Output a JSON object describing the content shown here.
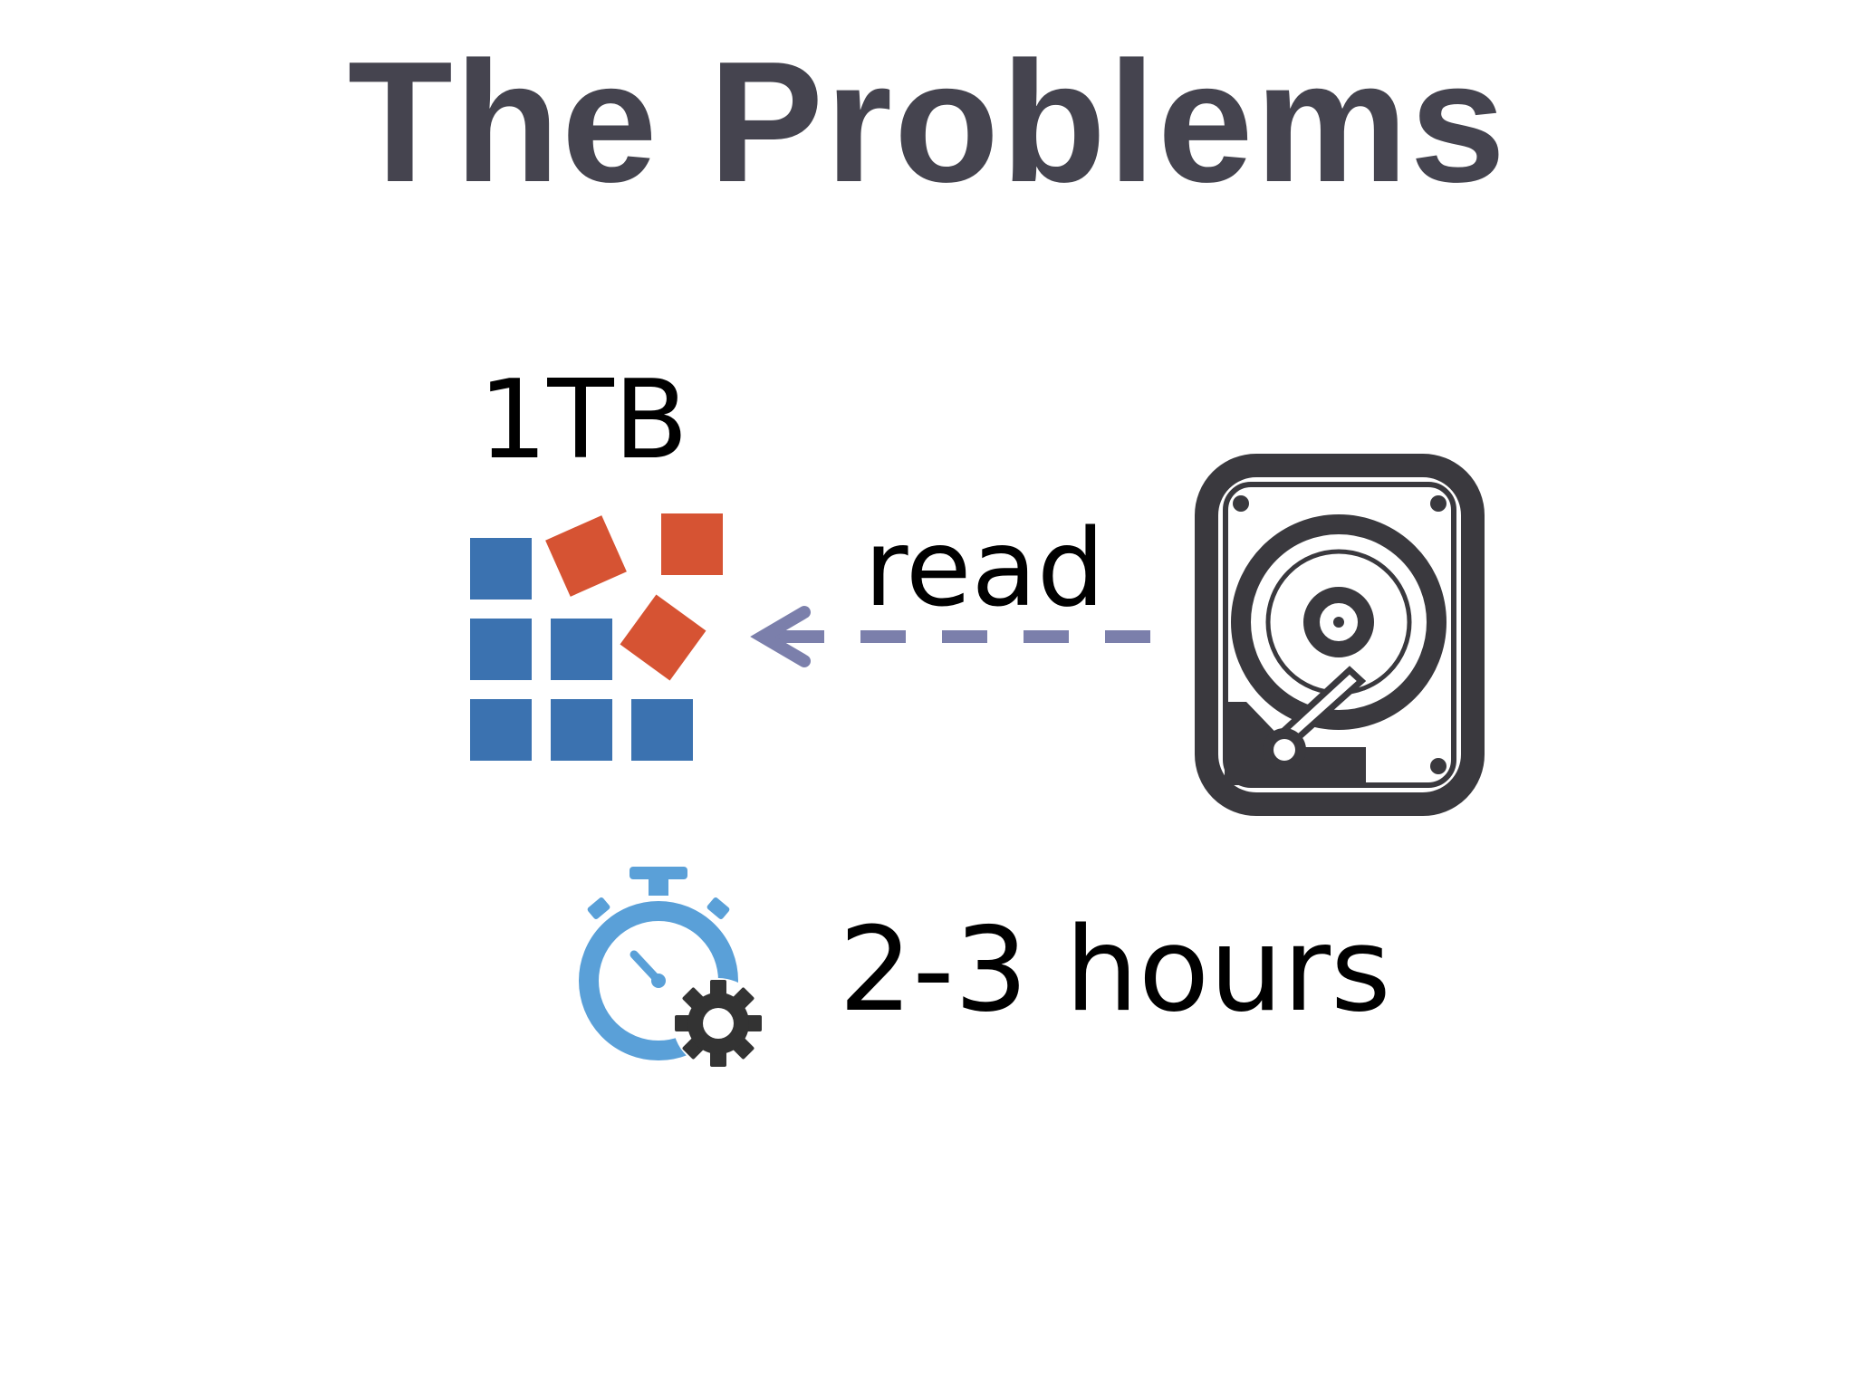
{
  "slide": {
    "title": "The Problems",
    "data_size": "1TB",
    "operation": "read",
    "duration": "2-3 hours"
  },
  "icons": {
    "data_blocks": "data-blocks-icon",
    "hard_drive": "hard-drive-icon",
    "stopwatch_gear": "stopwatch-gear-icon",
    "read_arrow": "dashed-arrow-left"
  },
  "colors": {
    "title": "#45444f",
    "block_blue": "#3b72b0",
    "block_orange": "#d65333",
    "arrow": "#7b7fab",
    "drive": "#3a393e",
    "stopwatch": "#5aa0d8",
    "gear": "#333333"
  }
}
